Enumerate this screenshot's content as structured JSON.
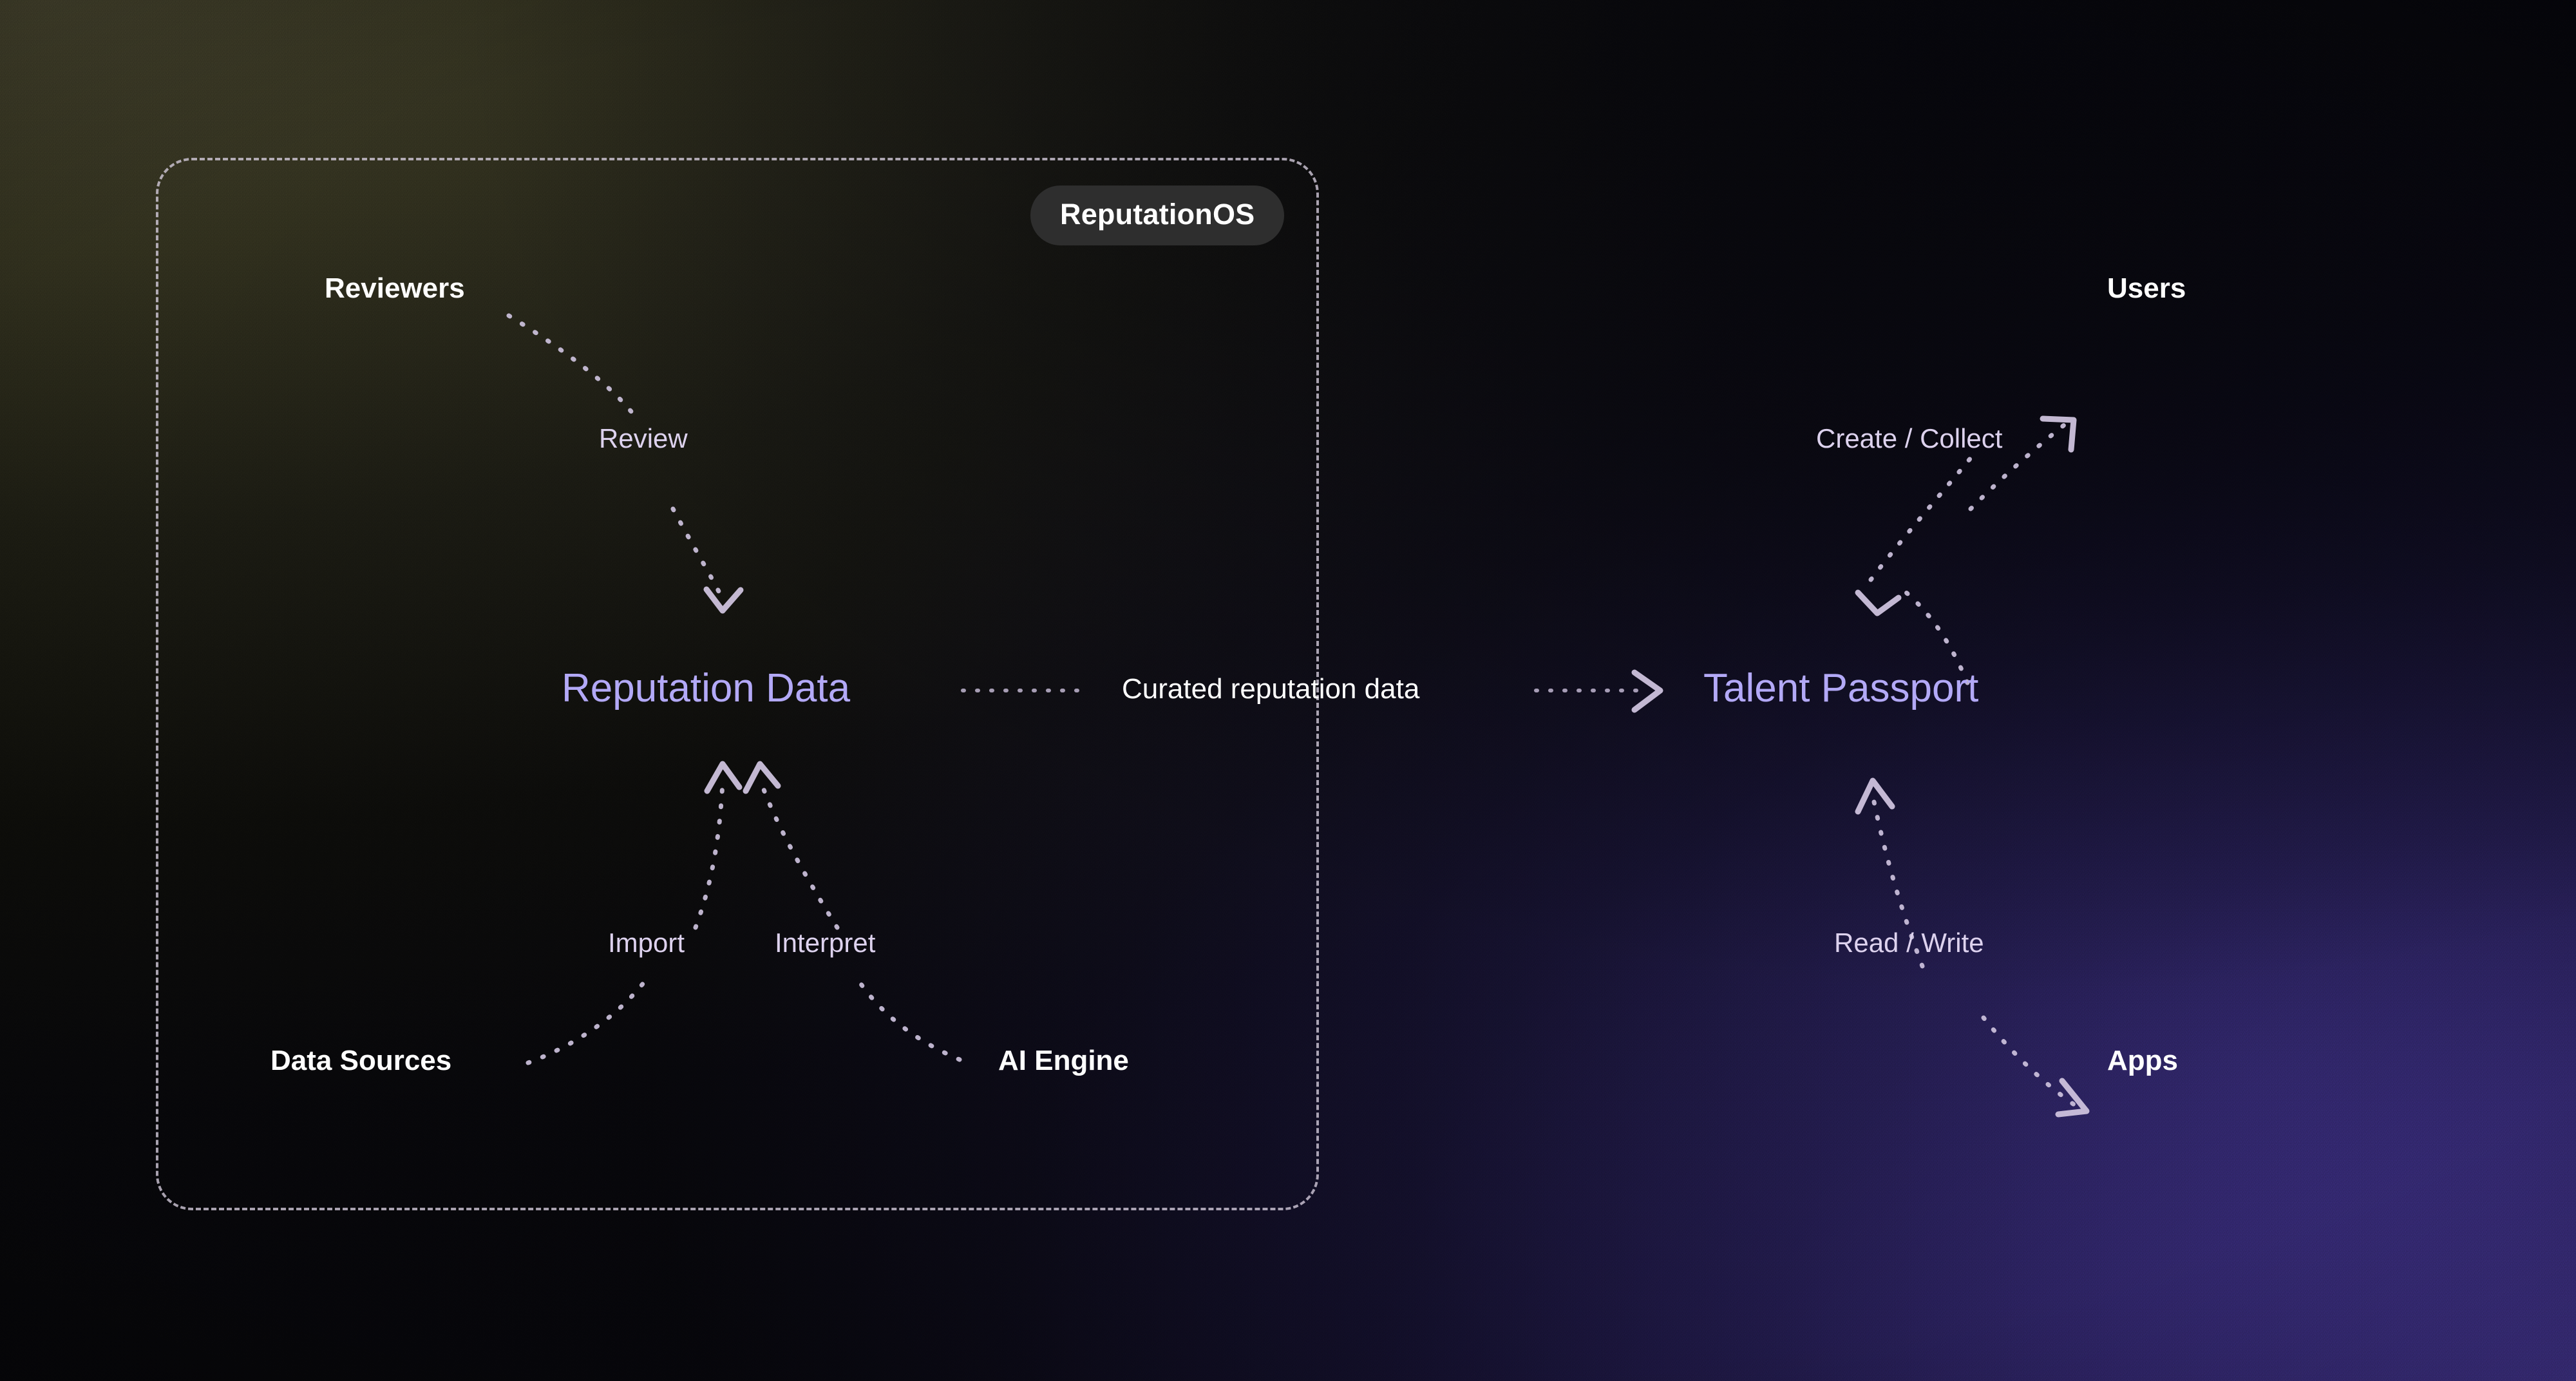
{
  "diagram": {
    "title": "ReputationOS architecture flow",
    "colors": {
      "node_accent": "#b3a9f7",
      "edge_label": "#ddd2ee",
      "node_strong": "#ffffff",
      "badge_bg": "#2e2e2e",
      "connector": "#cdc2dd",
      "bg_olive": "#3a3a28",
      "bg_indigo": "#2a2560",
      "box_border": "#d6cede"
    },
    "container": {
      "badge_label": "ReputationOS"
    },
    "nodes": {
      "reviewers": "Reviewers",
      "reputation_data": "Reputation Data",
      "data_sources": "Data Sources",
      "ai_engine": "AI Engine",
      "talent_passport": "Talent Passport",
      "users": "Users",
      "apps": "Apps"
    },
    "edges": {
      "review": "Review",
      "import": "Import",
      "interpret": "Interpret",
      "curated": "Curated reputation data",
      "create_collect": "Create / Collect",
      "read_write": "Read / Write"
    }
  }
}
